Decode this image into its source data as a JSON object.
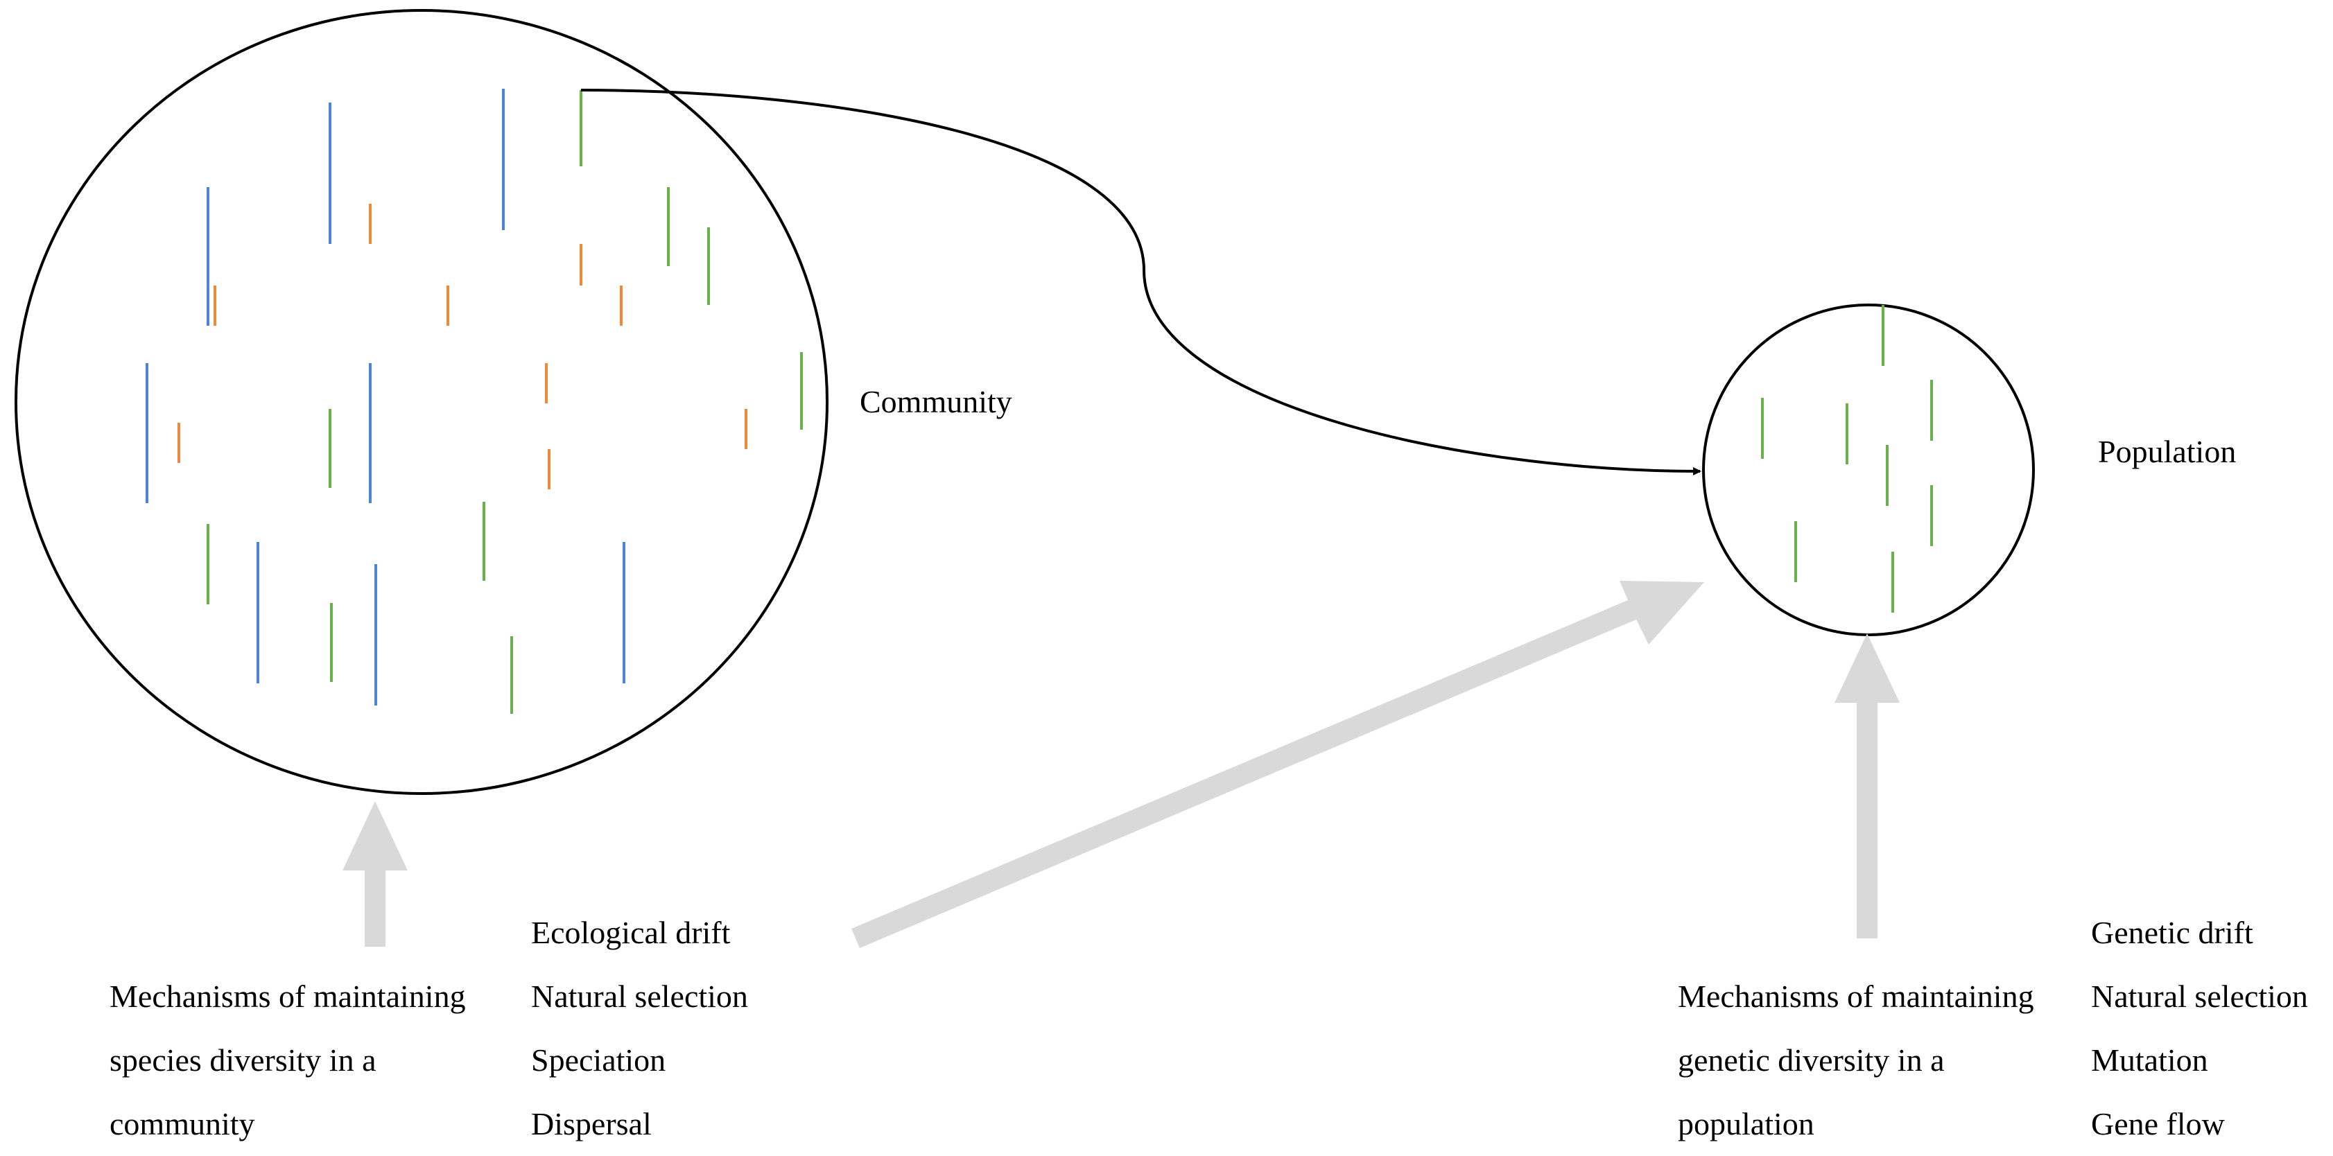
{
  "community": {
    "label": "Community"
  },
  "population": {
    "label": "Population"
  },
  "species_mechanisms": {
    "caption": "Mechanisms of maintaining\nspecies diversity in a\ncommunity",
    "items": [
      "Ecological drift",
      "Natural selection",
      "Speciation",
      "Dispersal"
    ]
  },
  "genetic_mechanisms": {
    "caption": "Mechanisms of maintaining\ngenetic diversity in a\npopulation",
    "items": [
      "Genetic drift",
      "Natural selection",
      "Mutation",
      "Gene flow"
    ]
  },
  "colors": {
    "blue_individuals": "#4a86d8",
    "orange_individuals": "#ef8a3c",
    "green_individuals": "#6ab04c",
    "outline": "#000000",
    "grey_arrow": "#d9d9d9"
  }
}
